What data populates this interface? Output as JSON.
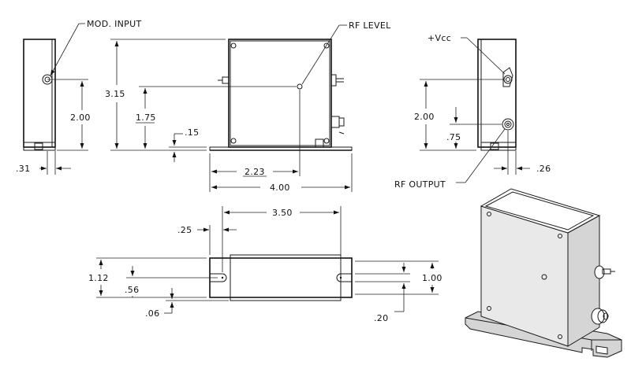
{
  "callouts": {
    "mod_input": "MOD. INPUT",
    "rf_level": "RF LEVEL",
    "vcc": "+Vcc",
    "rf_output": "RF OUTPUT"
  },
  "dimensions": {
    "left_height": "2.00",
    "left_offset": ".31",
    "front_height": "3.15",
    "rf_level_height": "1.75",
    "base_thickness": ".15",
    "rf_level_offset": "2.23",
    "base_length": "4.00",
    "right_height": "2.00",
    "right_lower": ".75",
    "right_offset": ".26",
    "slot_spacing": "3.50",
    "slot_offset": ".25",
    "base_width": "1.12",
    "slot_center": ".56",
    "slot_edge": ".06",
    "body_width": "1.00",
    "body_offset": ".20"
  }
}
